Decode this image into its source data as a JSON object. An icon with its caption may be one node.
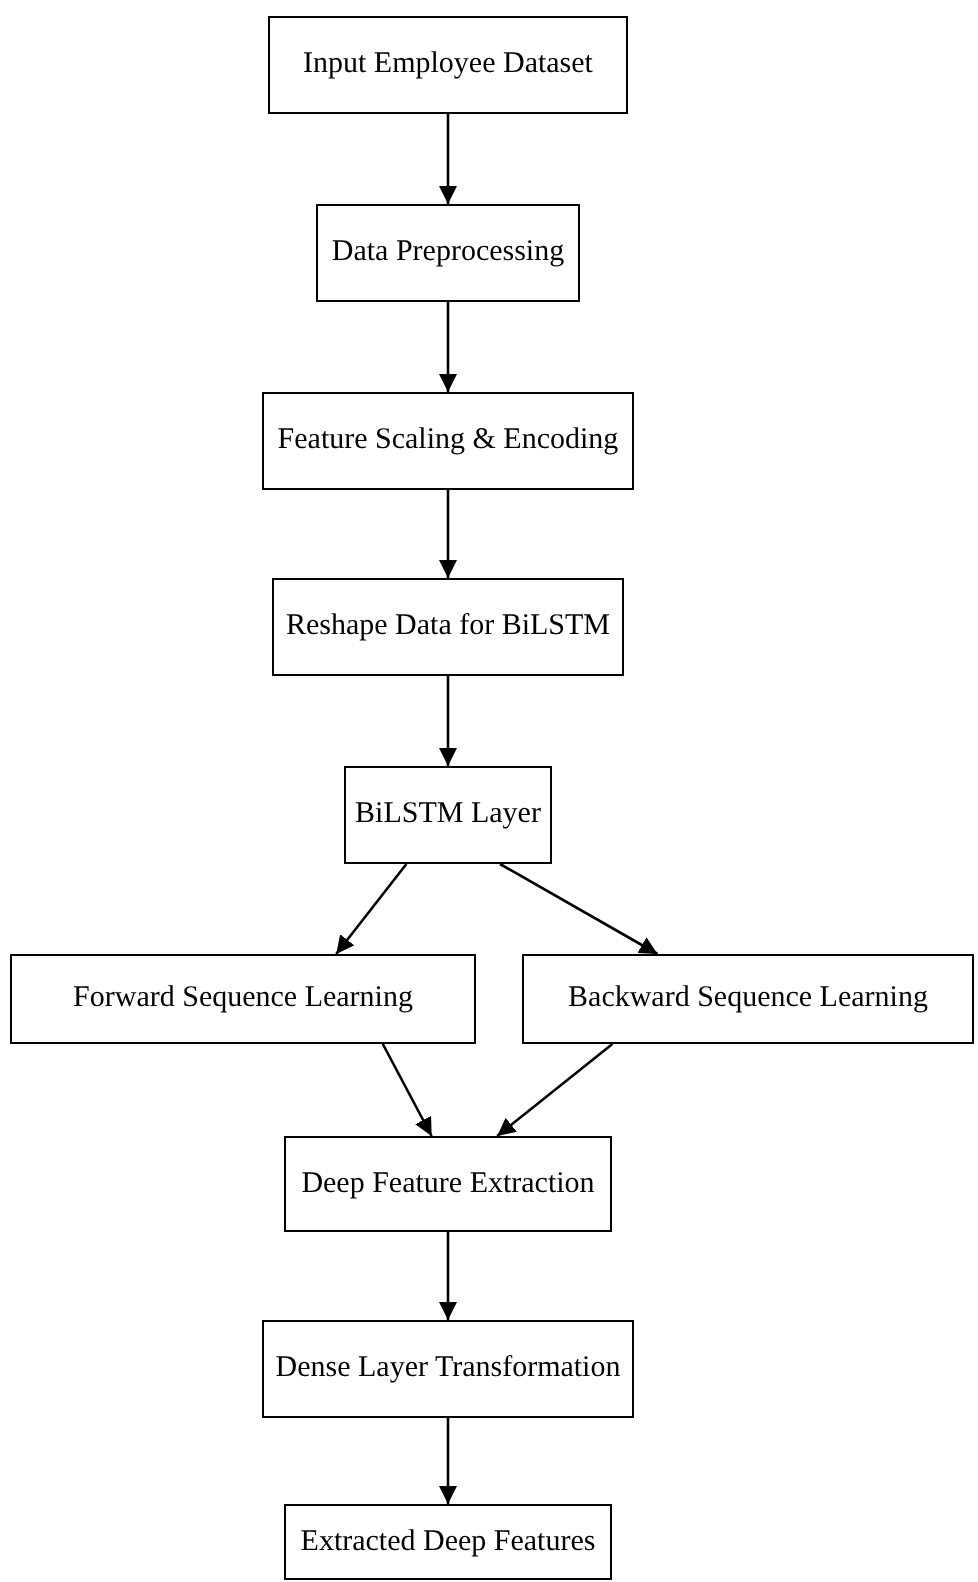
{
  "diagram": {
    "nodes": [
      {
        "text": [
          "Input Employee Dataset"
        ]
      },
      {
        "text": [
          "Data Preprocessing"
        ]
      },
      {
        "text": [
          "Feature Scaling & Encoding"
        ]
      },
      {
        "text": [
          "Reshape Data for BiLSTM"
        ]
      },
      {
        "text": [
          "BiLSTM Layer"
        ]
      },
      {
        "text": [
          "Forward Sequence Learning"
        ]
      },
      {
        "text": [
          "Backward Sequence Learning"
        ]
      },
      {
        "text": [
          "Deep Feature Extraction"
        ]
      },
      {
        "text": [
          "Dense Layer Transformation"
        ]
      },
      {
        "text": [
          "Extracted Deep Features"
        ]
      }
    ],
    "edges": [
      {
        "from": 0,
        "to": 1,
        "arrow": "to"
      },
      {
        "from": 1,
        "to": 2,
        "arrow": "to"
      },
      {
        "from": 2,
        "to": 3,
        "arrow": "to"
      },
      {
        "from": 3,
        "to": 4,
        "arrow": "to"
      },
      {
        "from": 4,
        "to": 5,
        "arrow": "to"
      },
      {
        "from": 4,
        "to": 6,
        "arrow": "to"
      },
      {
        "from": 5,
        "to": 7,
        "arrow": "to"
      },
      {
        "from": 6,
        "to": 7,
        "arrow": "to"
      },
      {
        "from": 7,
        "to": 8,
        "arrow": "to"
      },
      {
        "from": 8,
        "to": 9,
        "arrow": "to"
      }
    ]
  }
}
